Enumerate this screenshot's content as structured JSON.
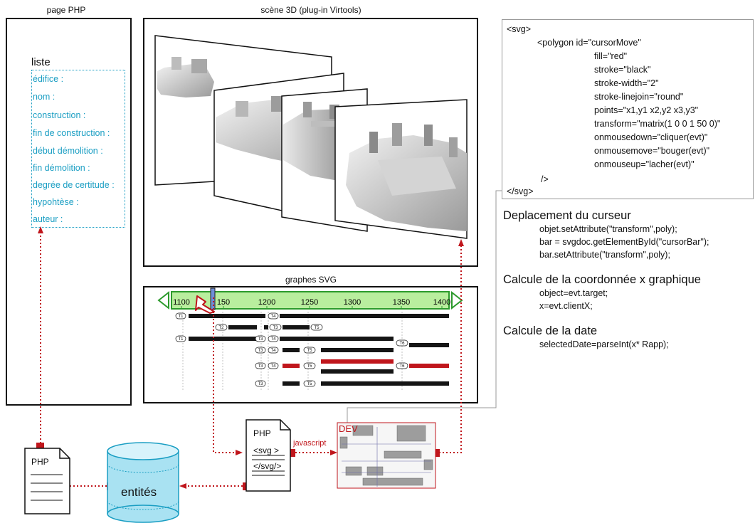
{
  "panels": {
    "php_title": "page PHP",
    "scene_title": "scène 3D (plug-in Virtools)",
    "graph_title": "graphes SVG"
  },
  "liste": {
    "title": "liste",
    "fields": [
      "édifice :",
      "nom :",
      "construction :",
      "fin de construction :",
      "début démolition :",
      "fin démolition :",
      "degrée de certitude :",
      "hypohtèse :",
      "auteur :"
    ]
  },
  "timeline": {
    "ticks": [
      "1100",
      "150",
      "1200",
      "1250",
      "1300",
      "1350",
      "1400"
    ],
    "tags": {
      "t1": "T1",
      "t2": "T2",
      "t3": "T3",
      "t4": "T4",
      "t5": "T5",
      "t6": "T6"
    }
  },
  "code": {
    "lines": [
      "<svg>",
      "<polygon    id=\"cursorMove\"",
      "fill=\"red\"",
      "stroke=\"black\"",
      "stroke-width=\"2\"",
      "stroke-linejoin=\"round\"",
      "points=\"x1,y1 x2,y2  x3,y3\"",
      "transform=\"matrix(1 0 0 1 50 0)\"",
      "onmousedown=\"cliquer(evt)\"",
      "onmousemove=\"bouger(evt)\"",
      "onmouseup=\"lacher(evt)\"",
      "/>",
      "</svg>"
    ]
  },
  "sections": [
    {
      "title": "Deplacement du curseur",
      "lines": [
        "objet.setAttribute(\"transform\",poly);",
        "bar = svgdoc.getElementById(\"cursorBar\");",
        "bar.setAttribute(\"transform\",poly);"
      ]
    },
    {
      "title": "Calcule de la coordonnée x graphique",
      "lines": [
        "object=evt.target;",
        "x=evt.clientX;"
      ]
    },
    {
      "title": "Calcule de la date",
      "lines": [
        "selectedDate=parseInt(x* Rapp);"
      ]
    }
  ],
  "bottom": {
    "php_doc": "PHP",
    "php_svg_doc": "PHP",
    "svg_open": "<svg >",
    "svg_close": "</svg/>",
    "database": "entités",
    "javascript": "javascript",
    "dev": "DEV"
  },
  "colors": {
    "accent_red": "#c0161c",
    "cyan": "#1a9ec3",
    "green_fill": "#b9ee9e",
    "green_stroke": "#2c9a2c",
    "cursor_blue": "#6f8fd8"
  }
}
